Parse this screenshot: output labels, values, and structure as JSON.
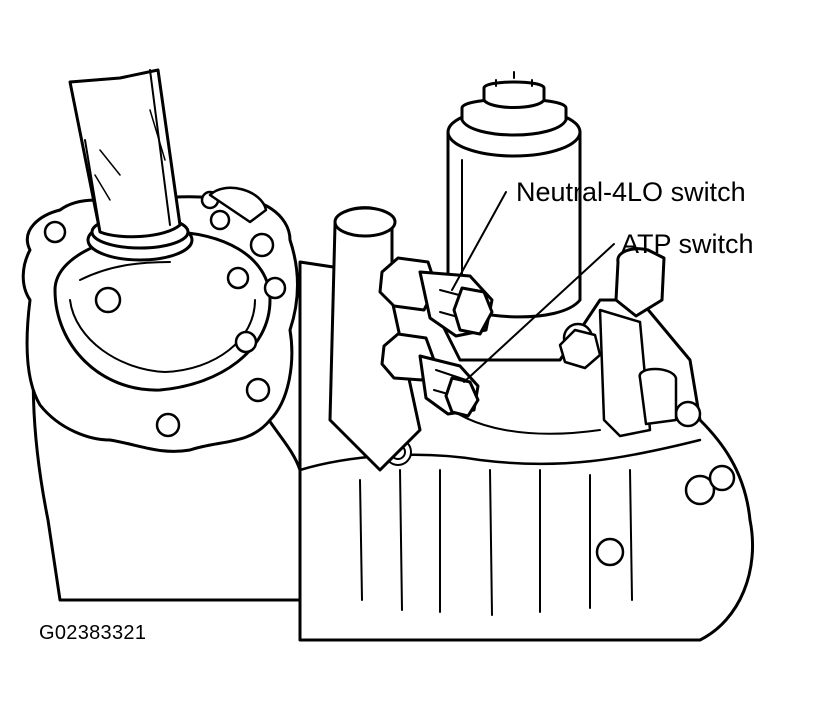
{
  "callouts": {
    "neutral_4lo": "Neutral-4LO switch",
    "atp": "ATP switch"
  },
  "figure_id": "G02383321"
}
